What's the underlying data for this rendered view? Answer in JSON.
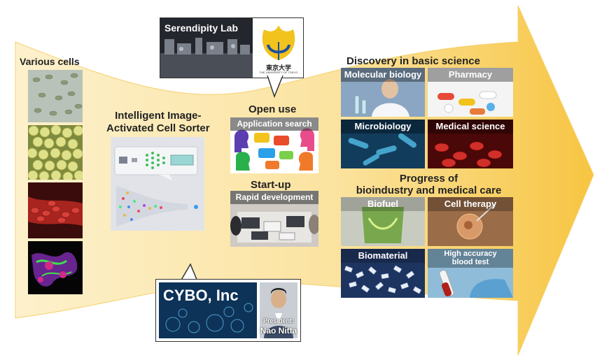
{
  "left": {
    "title": "Various cells"
  },
  "sorter": {
    "title_line1": "Intelligent Image-",
    "title_line2": "Activated Cell Sorter"
  },
  "serendipity": {
    "label": "Serendipity Lab",
    "uni_jp": "東京大学",
    "uni_en": "THE UNIVERSITY OF TOKYO"
  },
  "open_use": {
    "title": "Open use",
    "tile": "Application search"
  },
  "startup": {
    "title": "Start-up",
    "tile": "Rapid development"
  },
  "cybo": {
    "label": "CYBO, Inc",
    "president_role": "President:",
    "president_name": "Nao Nitta"
  },
  "discovery": {
    "title": "Discovery in basic science",
    "tiles": [
      "Molecular biology",
      "Pharmacy",
      "Microbiology",
      "Medical science"
    ]
  },
  "progress": {
    "title_line1": "Progress of",
    "title_line2": "bioindustry and medical care",
    "tiles": [
      "Biofuel",
      "Cell therapy",
      "Biomaterial",
      "High accuracy blood test"
    ]
  },
  "colors": {
    "arrow": "#fbe3a2",
    "arrow_edge": "#f5c64a",
    "accent": "#f7c542"
  }
}
